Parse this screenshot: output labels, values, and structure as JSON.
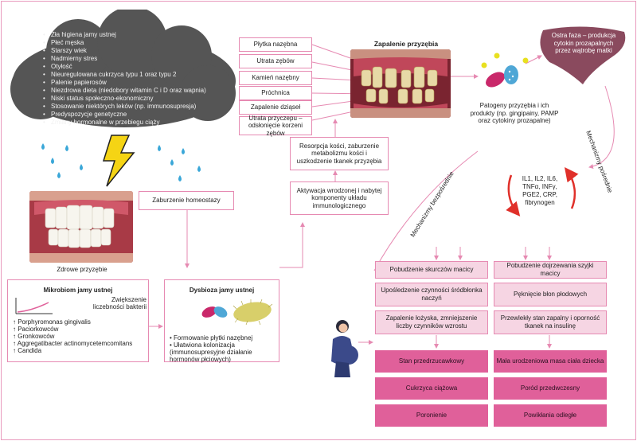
{
  "cloud": {
    "items": [
      "Zła higiena jamy ustnej",
      "Płeć męska",
      "Starszy wiek",
      "Nadmierny stres",
      "Otyłość",
      "Nieuregulowana cukrzyca typu 1 oraz typu 2",
      "Palenie papierosów",
      "Niezdrowa dieta (niedobory witamin C i D oraz wapnia)",
      "Niski status społeczno-ekonomiczny",
      "Stosowanie niektórych leków (np. immunosupresja)",
      "Predyspozycje genetyczne",
      "Zmiany hormonalne w przebiegu ciąży"
    ]
  },
  "healthy": {
    "caption": "Zdrowe przyzębie"
  },
  "homeostasis": {
    "label": "Zaburzenie homeostazy"
  },
  "microbiome": {
    "title": "Mikrobiom jamy ustnej",
    "increase_label": "Zwiększenie liczebności bakterii",
    "items": [
      "↑ Porphyromonas gingivalis",
      "↑ Paciorkowców",
      "↑ Gronkowców",
      "↑ Aggregatibacter actinomycetemcomitans",
      "↑ Candida"
    ]
  },
  "dysbiosis": {
    "title": "Dysbioza jamy ustnej",
    "items": [
      "Formowanie płytki nazębnej",
      "Ułatwiona kolonizacja (immunosupresyjne działanie hormonów płciowych)"
    ]
  },
  "periodontitis": {
    "title": "Zapalenie przyzębia",
    "symptoms": [
      "Płytka nazębna",
      "Utrata zębów",
      "Kamień nazębny",
      "Próchnica",
      "Zapalenie dziąseł",
      "Utrata przyczepu – odsłonięcie korzeni zębów"
    ]
  },
  "mechanisms": {
    "bone": "Resorpcja kości, zaburzenie metabolizmu kości i uszkodzenie tkanek przyzębia",
    "immune": "Aktywacja wrodzonej i nabytej komponenty układu immunologicznego",
    "direct": "Mechanizmy bezpośrednie",
    "indirect": "Mechanizmy pośrednie"
  },
  "pathogens": {
    "text": "Patogeny przyzębia i ich produkty (np. gingipainy, PAMP oraz cytokiny prozapalne)"
  },
  "liver": {
    "text": "Ostra faza – produkcja cytokin prozapalnych przez wątrobę matki"
  },
  "cytokines": {
    "text": "IL1, IL2, IL6, TNFα, INFγ, PGE2, CRP, fibrynogen"
  },
  "effects_left": [
    "Pobudzenie skurczów macicy",
    "Upośledzenie czynności śródbłonka naczyń",
    "Zapalenie łożyska, zmniejszenie liczby czynników wzrostu"
  ],
  "effects_right": [
    "Pobudzenie dojrzewania szyjki macicy",
    "Pęknięcie błon płodowych",
    "Przewlekły stan zapalny i oporność tkanek na insulinę"
  ],
  "outcomes_left": [
    "Stan przedrzucawkowy",
    "Cukrzyca ciążowa",
    "Poronienie"
  ],
  "outcomes_right": [
    "Mała urodzeniowa masa ciała dziecka",
    "Poród przedwczesny",
    "Powikłania odległe"
  ],
  "colors": {
    "accent": "#e0609a",
    "light": "#f6d5e3",
    "border": "#e68ab2",
    "cloud": "#555555",
    "liver": "#8a4a5e"
  }
}
